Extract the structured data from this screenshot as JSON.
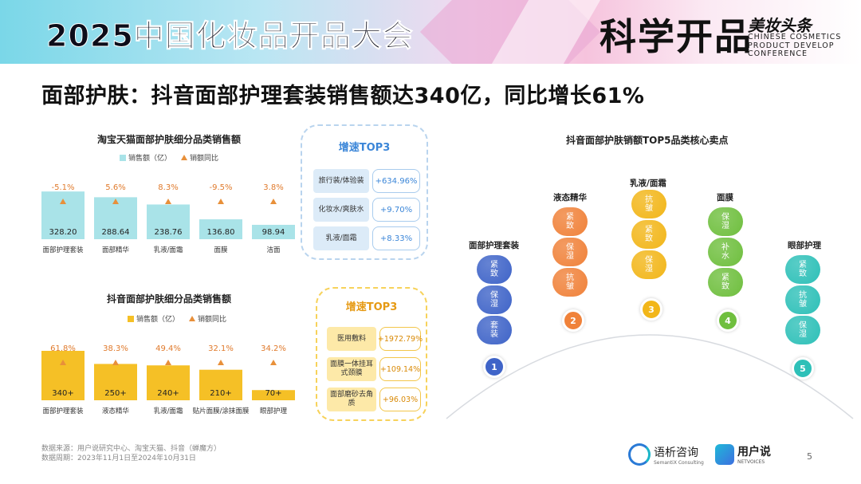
{
  "header": {
    "banner_title": "2025中国化妆品开品大会",
    "brand_big": "科学开品",
    "brand_small": "美妆头条",
    "brand_en": "CHINESE COSMETICS\nPRODUCT DEVELOP\nCONFERENCE"
  },
  "headline": "面部护肤：抖音面部护理套装销售额达340亿，同比增长61%",
  "chart_data": [
    {
      "type": "bar",
      "title": "淘宝天猫面部护肤细分品类销售额",
      "categories": [
        "面部护理套装",
        "面部精华",
        "乳液/面霜",
        "面膜",
        "洁面"
      ],
      "series": [
        {
          "name": "销售额（亿）",
          "values": [
            328.2,
            288.64,
            238.76,
            136.8,
            98.94
          ],
          "labels": [
            "328.20",
            "288.64",
            "238.76",
            "136.80",
            "98.94"
          ]
        },
        {
          "name": "销额同比",
          "values": [
            -5.1,
            5.6,
            8.3,
            -9.5,
            3.8
          ],
          "labels": [
            "-5.1%",
            "5.6%",
            "8.3%",
            "-9.5%",
            "3.8%"
          ]
        }
      ],
      "bar_color": "#a9e3e8",
      "ylim": [
        0,
        400
      ]
    },
    {
      "type": "bar",
      "title": "抖音面部护肤细分品类销售额",
      "categories": [
        "面部护理套装",
        "液态精华",
        "乳液/面霜",
        "贴片面膜/涂抹面膜",
        "眼部护理"
      ],
      "series": [
        {
          "name": "销售额（亿）",
          "values": [
            340,
            250,
            240,
            210,
            70
          ],
          "labels": [
            "340+",
            "250+",
            "240+",
            "210+",
            "70+"
          ]
        },
        {
          "name": "销额同比",
          "values": [
            61.8,
            38.3,
            49.4,
            32.1,
            34.2
          ],
          "labels": [
            "61.8%",
            "38.3%",
            "49.4%",
            "32.1%",
            "34.2%"
          ]
        }
      ],
      "bar_color": "#f5c026",
      "ylim": [
        0,
        400
      ]
    }
  ],
  "top3_tmall": {
    "title": "增速TOP3",
    "items": [
      {
        "name": "旅行装/体验装",
        "value": "+634.96%"
      },
      {
        "name": "化妆水/爽肤水",
        "value": "+9.70%"
      },
      {
        "name": "乳液/面霜",
        "value": "+8.33%"
      }
    ]
  },
  "top3_douyin": {
    "title": "增速TOP3",
    "items": [
      {
        "name": "医用敷料",
        "value": "+1972.79%"
      },
      {
        "name": "面膜一体挂耳式颈膜",
        "value": "+109.14%"
      },
      {
        "name": "面部磨砂去角质",
        "value": "+96.03%"
      }
    ]
  },
  "selling_points": {
    "title": "抖音面部护肤销额TOP5品类核心卖点",
    "categories": [
      {
        "rank": "1",
        "name": "面部护理套装",
        "points": [
          "紧致",
          "保湿",
          "套装"
        ],
        "color": "#3f64c8"
      },
      {
        "rank": "2",
        "name": "液态精华",
        "points": [
          "紧致",
          "保湿",
          "抗皱"
        ],
        "color": "#f0823a"
      },
      {
        "rank": "3",
        "name": "乳液/面霜",
        "points": [
          "抗皱",
          "紧致",
          "保湿"
        ],
        "color": "#f2b619"
      },
      {
        "rank": "4",
        "name": "面膜",
        "points": [
          "保湿",
          "补水",
          "紧致"
        ],
        "color": "#6fbf3e"
      },
      {
        "rank": "5",
        "name": "眼部护理",
        "points": [
          "紧致",
          "抗皱",
          "保湿"
        ],
        "color": "#2ec0b8"
      }
    ]
  },
  "footer": {
    "source": "数据来源：用户说研究中心、淘宝天猫、抖音（蝉魔方）",
    "period": "数据周期：2023年11月1日至2024年10月31日"
  },
  "logos": {
    "yuxi": "语析咨询",
    "yuxi_en": "SemantiX Consulting",
    "yonghushuo": "用户说",
    "yonghushuo_en": "NETVOICES"
  },
  "page_number": "5"
}
